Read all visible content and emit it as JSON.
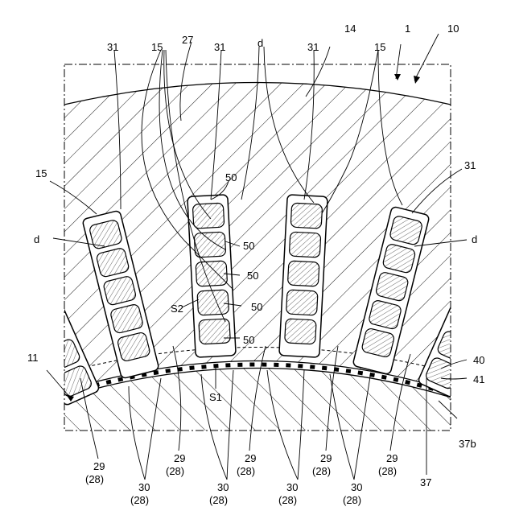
{
  "labels": {
    "l1": "1",
    "l10": "10",
    "l14": "14",
    "l27": "27",
    "l11": "11",
    "l15a": "15",
    "l15b": "15",
    "l15c": "15",
    "l31a": "31",
    "l31b": "31",
    "l31c": "31",
    "l31d": "31",
    "ld_top": "d",
    "ld_left": "d",
    "ld_right": "d",
    "l50a": "50",
    "l50b": "50",
    "l50c": "50",
    "l50d": "50",
    "l50e": "50",
    "lS2": "S2",
    "lS1": "S1",
    "l40": "40",
    "l41": "41",
    "l37b": "37b",
    "l37": "37",
    "l29a": "29",
    "l28a": "(28)",
    "l29b": "29",
    "l28b": "(28)",
    "l29c": "29",
    "l28c": "(28)",
    "l29d": "29",
    "l28d": "(28)",
    "l29e": "29",
    "l28e": "(28)",
    "l30a": "30",
    "l28f": "(28)",
    "l30b": "30",
    "l28g": "(28)",
    "l30c": "30",
    "l28h": "(28)",
    "l30d": "30",
    "l28i": "(28)"
  }
}
